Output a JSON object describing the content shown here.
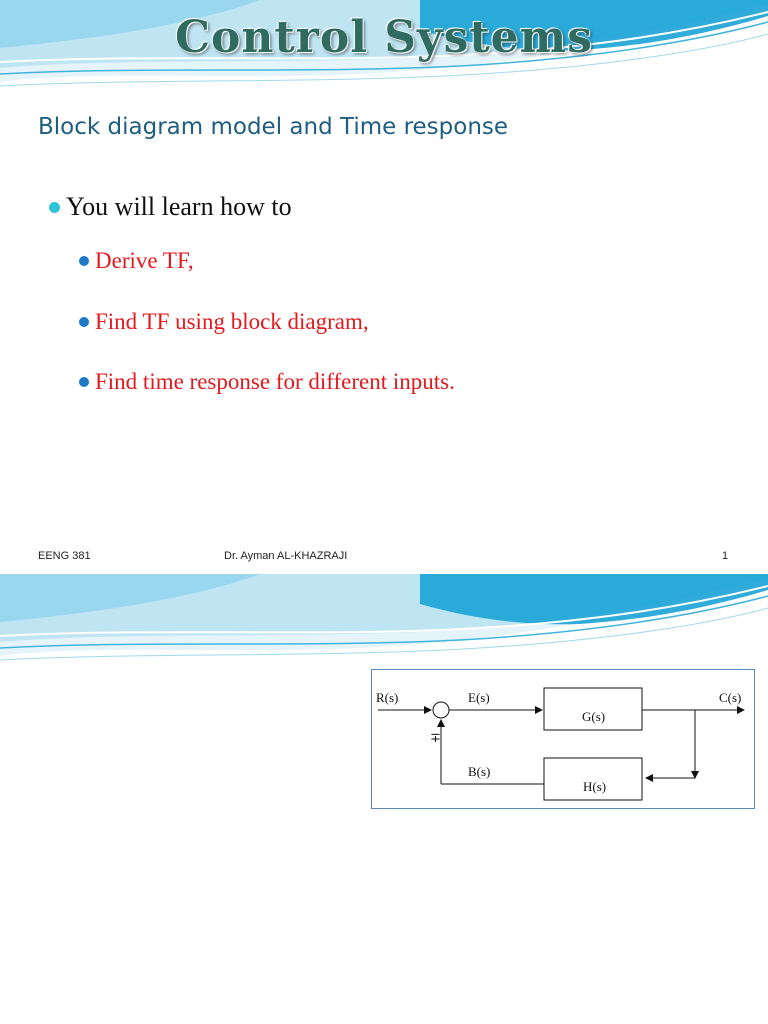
{
  "slide1": {
    "title": "Control Systems",
    "subtitle": "Block diagram model and Time response",
    "bullet": "You will learn how to",
    "subbullets": [
      "Derive TF,",
      "Find TF using block diagram,",
      "Find time response for different inputs."
    ],
    "footer": {
      "left": "EENG 381",
      "center": "Dr. Ayman AL-KHAZRAJI",
      "right": "1"
    }
  },
  "slide2": {
    "diagram": {
      "input_label": "R(s)",
      "error_label": "E(s)",
      "forward_block": "G(s)",
      "output_label": "C(s)",
      "feedback_block": "H(s)",
      "feedback_signal": "B(s)",
      "sign_label": "∓"
    }
  },
  "colors": {
    "title": "#2f6b60",
    "subtitle": "#1f5e80",
    "subbullet_text": "#e3191c",
    "bullet_dot": "#2ec4d6",
    "subbullet_dot": "#1f78c8",
    "wave": "#1aa3d6"
  }
}
